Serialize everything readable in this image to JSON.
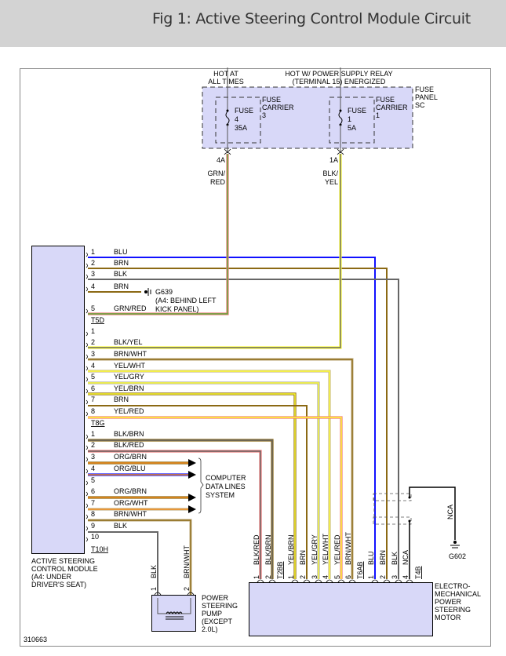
{
  "header": {
    "title": "Fig 1: Active Steering Control Module Circuit"
  },
  "colors": {
    "module_fill": "#d8d8f8",
    "BLU": "#1010ff",
    "BRN": "#8b6914",
    "BLK": "#666666",
    "GRN": "#5aaa3a",
    "YEL": "#ffff33",
    "ORG": "#f08c1e",
    "RED": "#f07878",
    "WHT": "#c8b890",
    "GRY": "#aaaaaa"
  },
  "fuse_panel": {
    "name": "FUSE PANEL SC",
    "label_lines": [
      "FUSE",
      "PANEL",
      "SC"
    ],
    "power_labels": [
      {
        "lines": [
          "HOT AT",
          "ALL TIMES"
        ]
      },
      {
        "lines": [
          "HOT W/ POWER SUPPLY RELAY",
          "(TERMINAL 15) ENERGIZED"
        ]
      }
    ],
    "carriers": [
      {
        "carrier_lines": [
          "FUSE",
          "CARRIER",
          "3"
        ],
        "fuse_lines": [
          "FUSE",
          "4",
          "35A"
        ],
        "terminal": "4A",
        "wire_lines": [
          "GRN/",
          "RED"
        ]
      },
      {
        "carrier_lines": [
          "FUSE",
          "CARRIER",
          "1"
        ],
        "fuse_lines": [
          "FUSE",
          "1",
          "5A"
        ],
        "terminal": "1A",
        "wire_lines": [
          "BLK/",
          "YEL"
        ]
      }
    ]
  },
  "control_module": {
    "label_lines": [
      "ACTIVE STEERING",
      "CONTROL MODULE",
      "(A4: UNDER",
      "DRIVER'S SEAT)"
    ],
    "connectors": [
      {
        "name": "T5D",
        "pins": [
          {
            "pin": "1",
            "wire": "BLU"
          },
          {
            "pin": "2",
            "wire": "BRN"
          },
          {
            "pin": "3",
            "wire": "BLK"
          },
          {
            "pin": "4",
            "wire": "BRN"
          },
          {
            "pin": "5",
            "wire": "GRN/RED"
          }
        ]
      },
      {
        "name": "T8G",
        "pins": [
          {
            "pin": "1",
            "wire": ""
          },
          {
            "pin": "2",
            "wire": "BLK/YEL"
          },
          {
            "pin": "3",
            "wire": "BRN/WHT"
          },
          {
            "pin": "4",
            "wire": "YEL/WHT"
          },
          {
            "pin": "5",
            "wire": "YEL/GRY"
          },
          {
            "pin": "6",
            "wire": "YEL/BRN"
          },
          {
            "pin": "7",
            "wire": "BRN"
          },
          {
            "pin": "8",
            "wire": "YEL/RED"
          }
        ]
      },
      {
        "name": "T10H",
        "pins": [
          {
            "pin": "1",
            "wire": "BLK/BRN"
          },
          {
            "pin": "2",
            "wire": "BLK/RED"
          },
          {
            "pin": "3",
            "wire": "ORG/BRN"
          },
          {
            "pin": "4",
            "wire": "ORG/BLU"
          },
          {
            "pin": "5",
            "wire": ""
          },
          {
            "pin": "6",
            "wire": "ORG/BRN"
          },
          {
            "pin": "7",
            "wire": "ORG/WHT"
          },
          {
            "pin": "8",
            "wire": "BRN/WHT"
          },
          {
            "pin": "9",
            "wire": "BLK"
          },
          {
            "pin": "10",
            "wire": ""
          }
        ]
      }
    ]
  },
  "ground_g639": {
    "lines": [
      "G639",
      "(A4: BEHIND LEFT",
      "KICK PANEL)"
    ]
  },
  "data_lines": {
    "lines": [
      "COMPUTER",
      "DATA LINES",
      "SYSTEM"
    ]
  },
  "pump": {
    "label_lines": [
      "POWER",
      "STEERING",
      "PUMP",
      "(EXCEPT",
      "2.0L)"
    ],
    "pins": [
      {
        "pin": "1",
        "wire": "BLK"
      },
      {
        "pin": "2",
        "wire": "BRN/WHT"
      }
    ]
  },
  "motor": {
    "label_lines": [
      "ELECTRO-",
      "MECHANICAL",
      "POWER",
      "STEERING",
      "MOTOR"
    ],
    "connectors": [
      {
        "name": "T2BB",
        "pins": [
          {
            "pin": "1",
            "wire": "BLK/RED"
          },
          {
            "pin": "2",
            "wire": "BLK/BRN"
          }
        ]
      },
      {
        "name": "T6AB",
        "pins": [
          {
            "pin": "1",
            "wire": "YEL/BRN"
          },
          {
            "pin": "2",
            "wire": "BRN"
          },
          {
            "pin": "3",
            "wire": "YEL/GRY"
          },
          {
            "pin": "4",
            "wire": "YEL/WHT"
          },
          {
            "pin": "5",
            "wire": "YEL/RED"
          },
          {
            "pin": "6",
            "wire": "BRN/WHT"
          }
        ]
      },
      {
        "name": "T4B",
        "pins": [
          {
            "pin": "1",
            "wire": "BLU"
          },
          {
            "pin": "2",
            "wire": "BRN"
          },
          {
            "pin": "3",
            "wire": "BLK"
          },
          {
            "pin": "4",
            "wire": "NCA"
          }
        ]
      }
    ]
  },
  "ground_g602": {
    "label": "G602",
    "wire": "NCA"
  },
  "figure_id": "310663"
}
